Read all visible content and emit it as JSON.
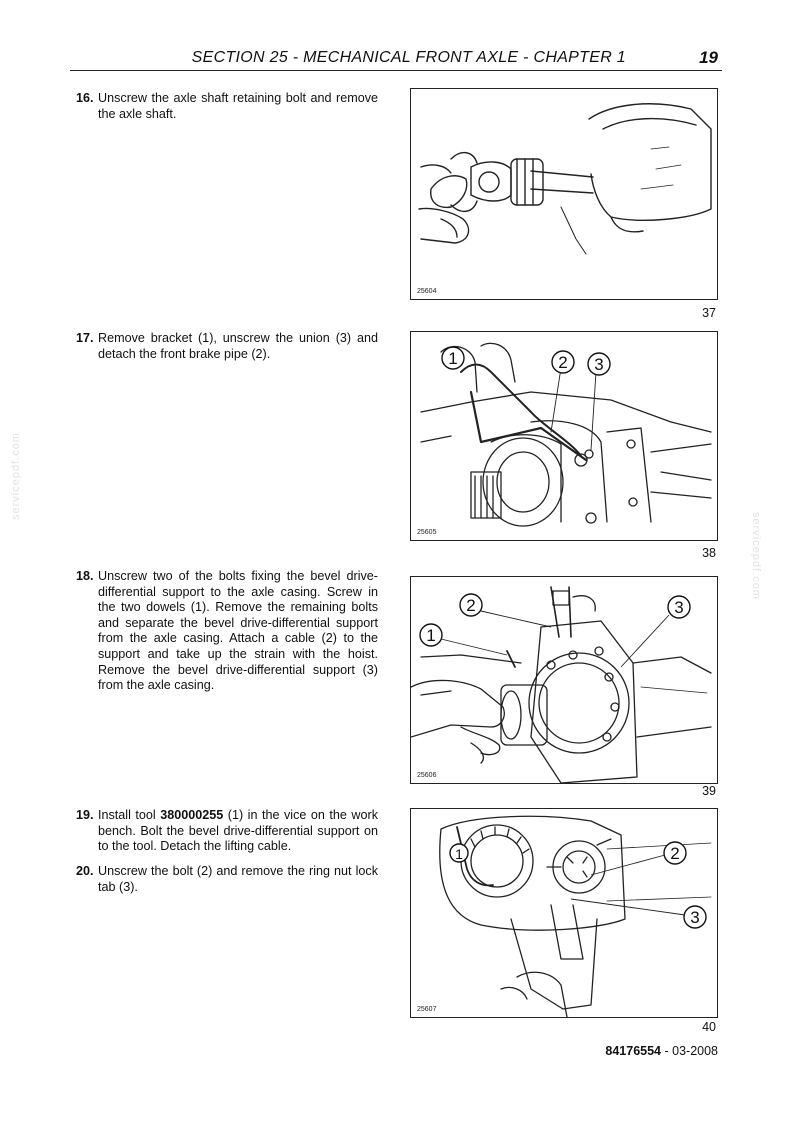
{
  "header": {
    "title": "SECTION 25 - MECHANICAL FRONT AXLE - CHAPTER 1",
    "page": "19"
  },
  "watermark": "servicepdf.com",
  "steps": [
    {
      "num": "16.",
      "text": "Unscrew the axle shaft retaining bolt and remove the axle shaft."
    },
    {
      "num": "17.",
      "text": "Remove bracket (1), unscrew the union (3) and detach the front brake pipe (2)."
    },
    {
      "num": "18.",
      "text": "Unscrew two of the bolts fixing the bevel drive-differential support to the axle casing. Screw in the two dowels (1). Remove the remaining bolts and separate the bevel drive-differential support from the axle casing. Attach a cable (2) to the support and take up the strain with the hoist. Remove the bevel drive-differential support (3) from the axle casing."
    },
    {
      "num": "19.",
      "text_before": "Install tool ",
      "tool": "380000255",
      "text_after": " (1) in the vice on the work bench. Bolt the bevel drive-differential support on to the tool. Detach the lifting cable."
    },
    {
      "num": "20.",
      "text": "Unscrew the bolt (2) and remove the ring nut lock tab (3)."
    }
  ],
  "figures": [
    {
      "code": "25604",
      "number": "37",
      "callouts": []
    },
    {
      "code": "25605",
      "number": "38",
      "callouts": [
        "1",
        "2",
        "3"
      ]
    },
    {
      "code": "25606",
      "number": "39",
      "callouts": [
        "1",
        "2",
        "3"
      ]
    },
    {
      "code": "25607",
      "number": "40",
      "callouts": [
        "1",
        "2",
        "3"
      ]
    }
  ],
  "footer": {
    "doc_number": "84176554",
    "date": " - 03-2008"
  }
}
